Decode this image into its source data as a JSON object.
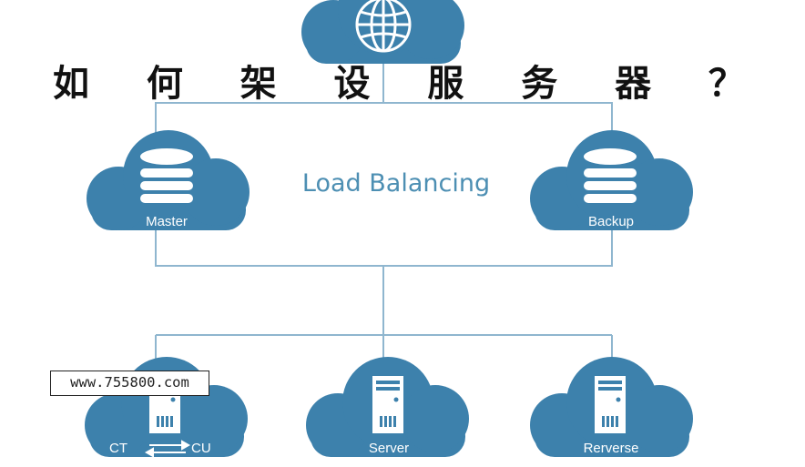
{
  "title_chars": [
    "如",
    "何",
    "架",
    "设",
    "服",
    "务",
    "器",
    "？"
  ],
  "center_label": "Load Balancing",
  "nodes": {
    "master": "Master",
    "backup": "Backup",
    "ct_cu_left": "CT",
    "ct_cu_right": "CU",
    "server": "Server",
    "reverse": "Rerverse"
  },
  "watermark": "www.755800.com",
  "colors": {
    "cloud": "#3d81ac",
    "line": "#8fb6cf",
    "text_accent": "#4d8fb3"
  },
  "icons": [
    "globe-icon",
    "database-icon",
    "server-tower-icon",
    "swap-arrows-icon"
  ]
}
